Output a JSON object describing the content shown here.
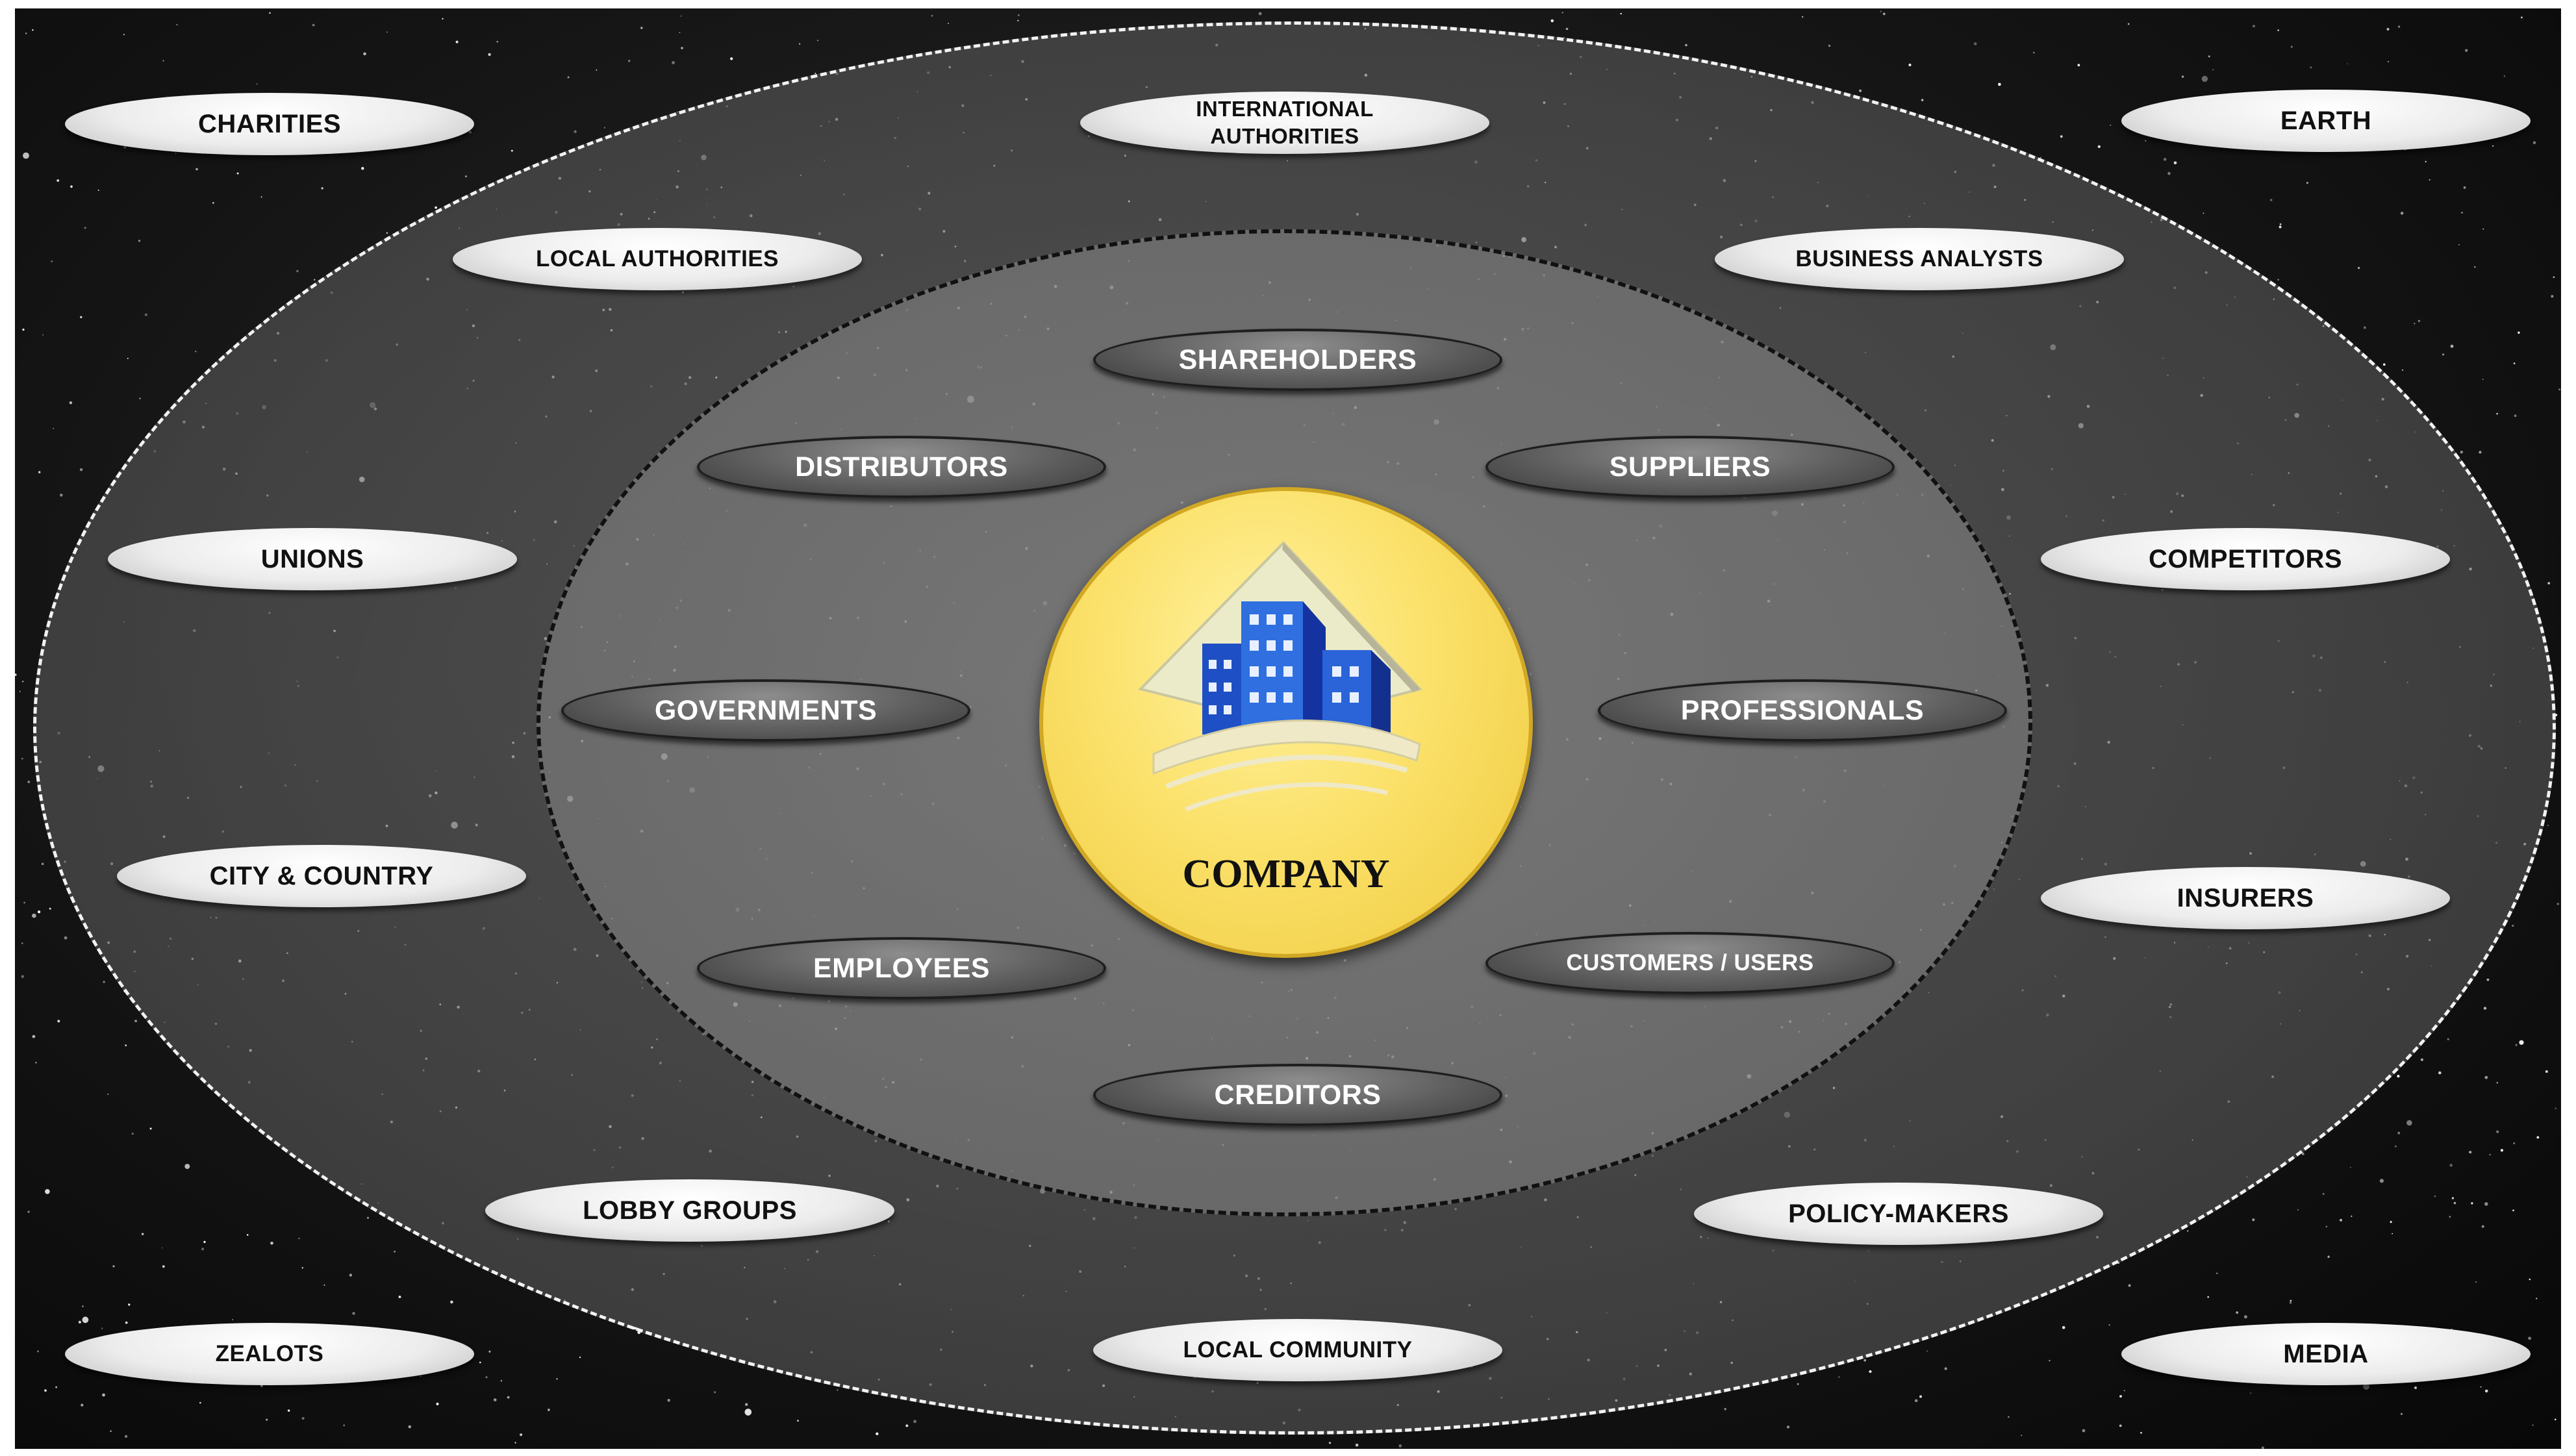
{
  "diagram": {
    "center": {
      "label": "COMPANY",
      "icon": "company-building-icon",
      "color": "#f7d64f"
    },
    "inner_ring": [
      "SHAREHOLDERS",
      "DISTRIBUTORS",
      "SUPPLIERS",
      "GOVERNMENTS",
      "PROFESSIONALS",
      "EMPLOYEES",
      "CUSTOMERS / USERS",
      "CREDITORS"
    ],
    "outer_ring": [
      "INTERNATIONAL AUTHORITIES",
      "LOCAL AUTHORITIES",
      "BUSINESS ANALYSTS",
      "UNIONS",
      "COMPETITORS",
      "CITY & COUNTRY",
      "INSURERS",
      "LOBBY GROUPS",
      "POLICY-MAKERS",
      "LOCAL COMMUNITY"
    ],
    "corners": [
      "CHARITIES",
      "EARTH",
      "ZEALOTS",
      "MEDIA"
    ]
  },
  "labels": {
    "shareholders": "SHAREHOLDERS",
    "distributors": "DISTRIBUTORS",
    "suppliers": "SUPPLIERS",
    "governments": "GOVERNMENTS",
    "professionals": "PROFESSIONALS",
    "employees": "EMPLOYEES",
    "customers_users": "CUSTOMERS / USERS",
    "creditors": "CREDITORS",
    "international_authorities_line1": "INTERNATIONAL",
    "international_authorities_line2": "AUTHORITIES",
    "local_authorities": "LOCAL AUTHORITIES",
    "business_analysts": "BUSINESS ANALYSTS",
    "unions": "UNIONS",
    "competitors": "COMPETITORS",
    "city_country": "CITY & COUNTRY",
    "insurers": "INSURERS",
    "lobby_groups": "LOBBY GROUPS",
    "policy_makers": "POLICY-MAKERS",
    "local_community": "LOCAL COMMUNITY",
    "charities": "CHARITIES",
    "earth": "EARTH",
    "zealots": "ZEALOTS",
    "media": "MEDIA",
    "company": "COMPANY"
  },
  "colors": {
    "background": "#111111",
    "outer_ring_border": "#f2f2f2",
    "inner_ring_border": "#111111",
    "light_pill": "#ececec",
    "dark_pill": "#5e5e5e",
    "building": "#2f6fe0"
  }
}
